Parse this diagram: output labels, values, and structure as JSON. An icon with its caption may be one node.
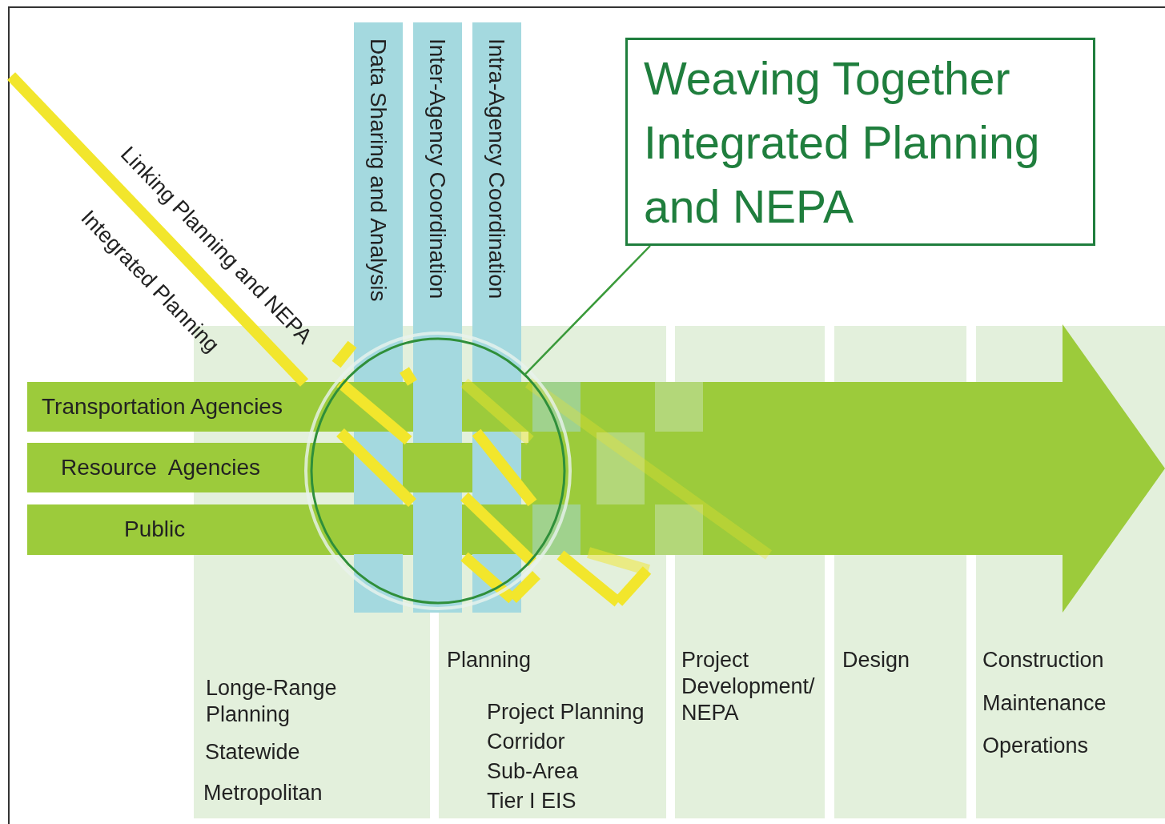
{
  "diagram": {
    "nodes": [
      {
        "text": [
          "Weaving Together Integrated Planning and NEPA"
        ]
      },
      {
        "text": [],
        "shape": "circle"
      },
      {
        "text": [
          "Transportation Agencies"
        ]
      },
      {
        "text": [
          "Resource  Agencies"
        ]
      },
      {
        "text": [
          "Public"
        ]
      },
      {
        "text": [
          "Data Sharing and Analysis"
        ]
      },
      {
        "text": [
          "Inter-Agency Coordination"
        ]
      },
      {
        "text": [
          "Intra-Agency Coordination"
        ]
      },
      {
        "text": [
          "Longe-Range Planning",
          "Statewide",
          "Metropolitan"
        ]
      },
      {
        "text": [
          "Planning",
          "Project Planning",
          "Corridor",
          "Sub-Area",
          "Tier I EIS"
        ]
      },
      {
        "text": [
          "Project Development/ NEPA"
        ]
      },
      {
        "text": [
          "Design"
        ]
      },
      {
        "text": [
          "Construction",
          "Maintenance",
          "Operations"
        ]
      }
    ],
    "edges": [
      {
        "from": 0,
        "to": 1,
        "arrow": "none"
      }
    ],
    "labels": [
      "Linking Planning and NEPA",
      "Integrated Planning"
    ]
  }
}
